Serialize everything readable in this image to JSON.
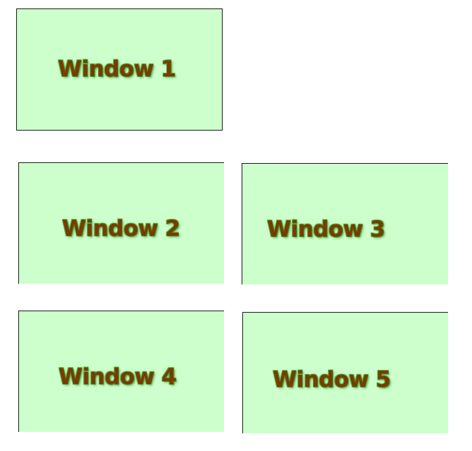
{
  "windows": [
    {
      "id": "w1",
      "label": "Window 1"
    },
    {
      "id": "w2",
      "label": "Window 2"
    },
    {
      "id": "w3",
      "label": "Window 3"
    },
    {
      "id": "w4",
      "label": "Window 4"
    },
    {
      "id": "w5",
      "label": "Window 5"
    }
  ],
  "colors": {
    "window_background": "#ccffcc",
    "label_text": "#7a3a00",
    "label_glow": "#3e9b2a",
    "border": "#1a1a1a"
  }
}
